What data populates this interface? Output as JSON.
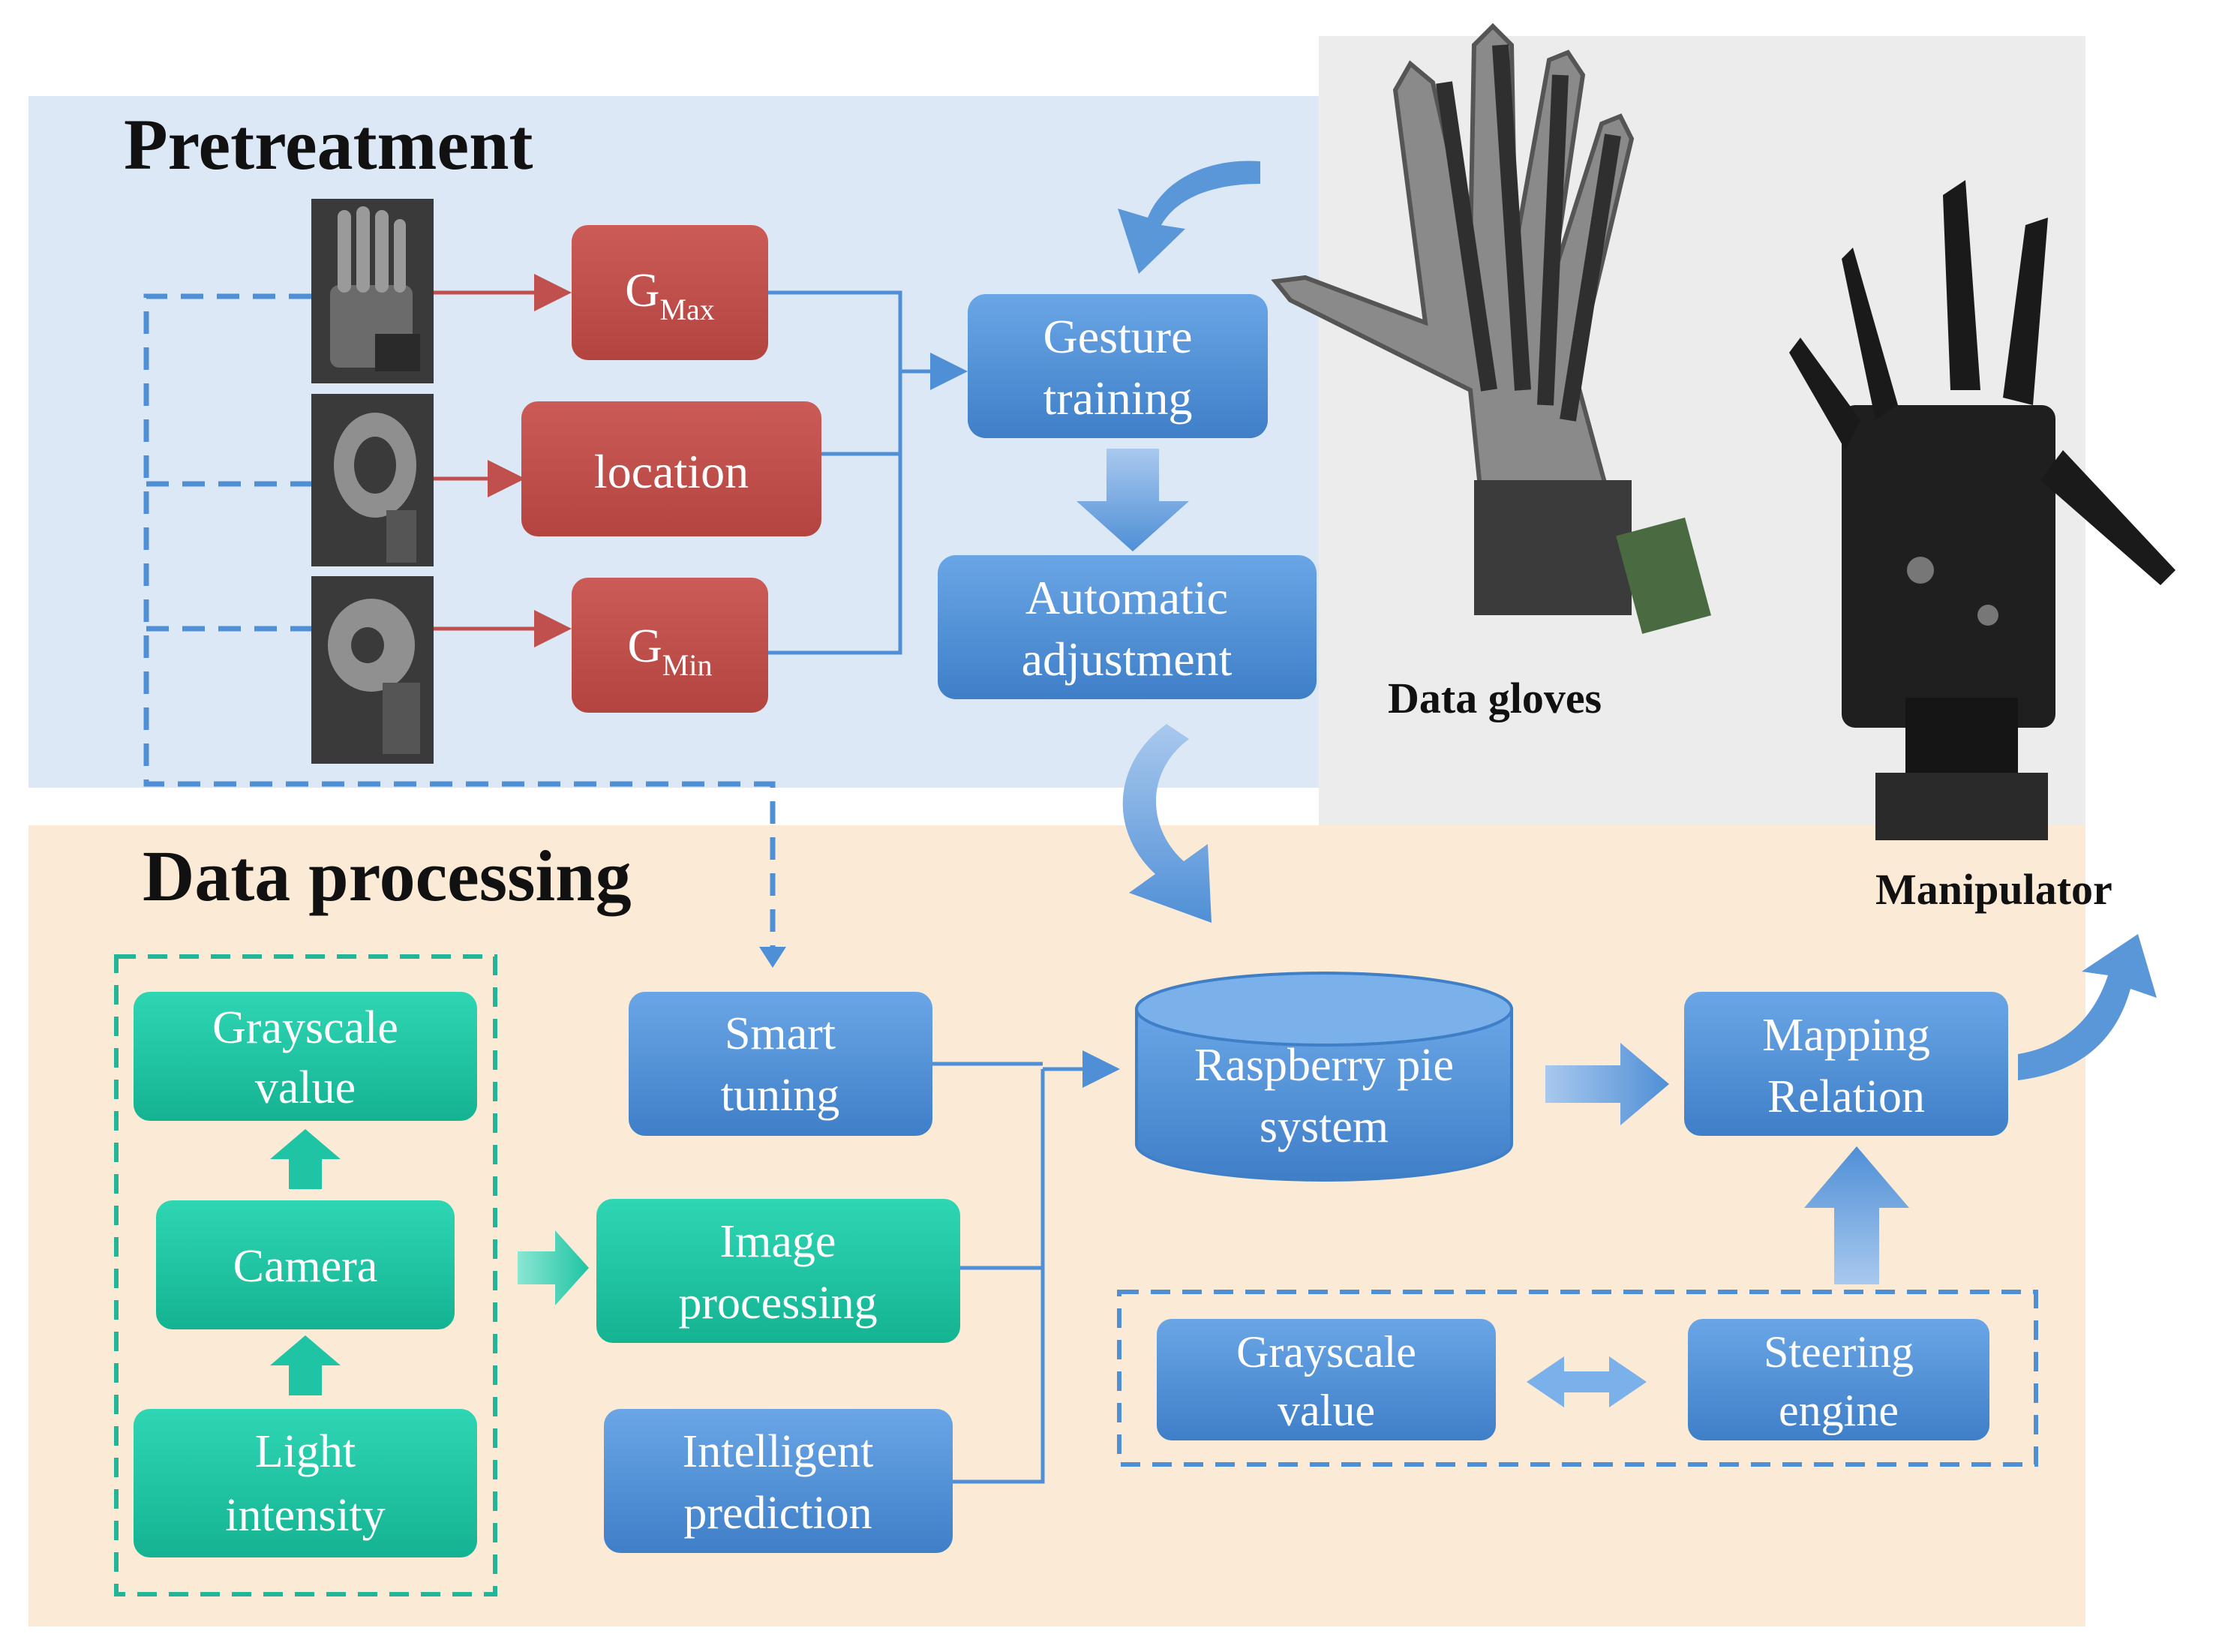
{
  "panels": {
    "pretreatment_title": "Pretreatment",
    "data_processing_title": "Data processing"
  },
  "pretreatment": {
    "gmax": {
      "base": "G",
      "sub": "Max"
    },
    "location": "location",
    "gmin": {
      "base": "G",
      "sub": "Min"
    },
    "gesture_training": [
      "Gesture",
      "training"
    ],
    "automatic_adjustment": [
      "Automatic",
      "adjustment"
    ]
  },
  "photos": {
    "data_gloves_label": "Data gloves",
    "manipulator_label": "Manipulator"
  },
  "data_processing": {
    "grayscale_value": [
      "Grayscale",
      "value"
    ],
    "camera": "Camera",
    "light_intensity": [
      "Light",
      "intensity"
    ],
    "smart_tuning": [
      "Smart",
      "tuning"
    ],
    "image_processing": [
      "Image",
      "processing"
    ],
    "intelligent_prediction": [
      "Intelligent",
      "prediction"
    ],
    "raspberry_pie_system": [
      "Raspberry pie",
      "system"
    ],
    "mapping_relation": [
      "Mapping",
      "Relation"
    ],
    "feedback_grayscale_value": [
      "Grayscale",
      "value"
    ],
    "steering_engine": [
      "Steering",
      "engine"
    ]
  },
  "colors": {
    "pretreatment_bg": "#dde8f6",
    "data_processing_bg": "#fbebd6",
    "photo_bg": "#ececec",
    "blue_box": "#4f8fd6",
    "red_box": "#c0504d",
    "teal_box": "#1fc4a4",
    "connector_blue": "#4f8fd6",
    "connector_red": "#c0504d",
    "dashed_teal": "#22b59a"
  },
  "icons": [
    "curved-arrow-icon",
    "block-arrow-icon",
    "double-arrow-icon"
  ]
}
